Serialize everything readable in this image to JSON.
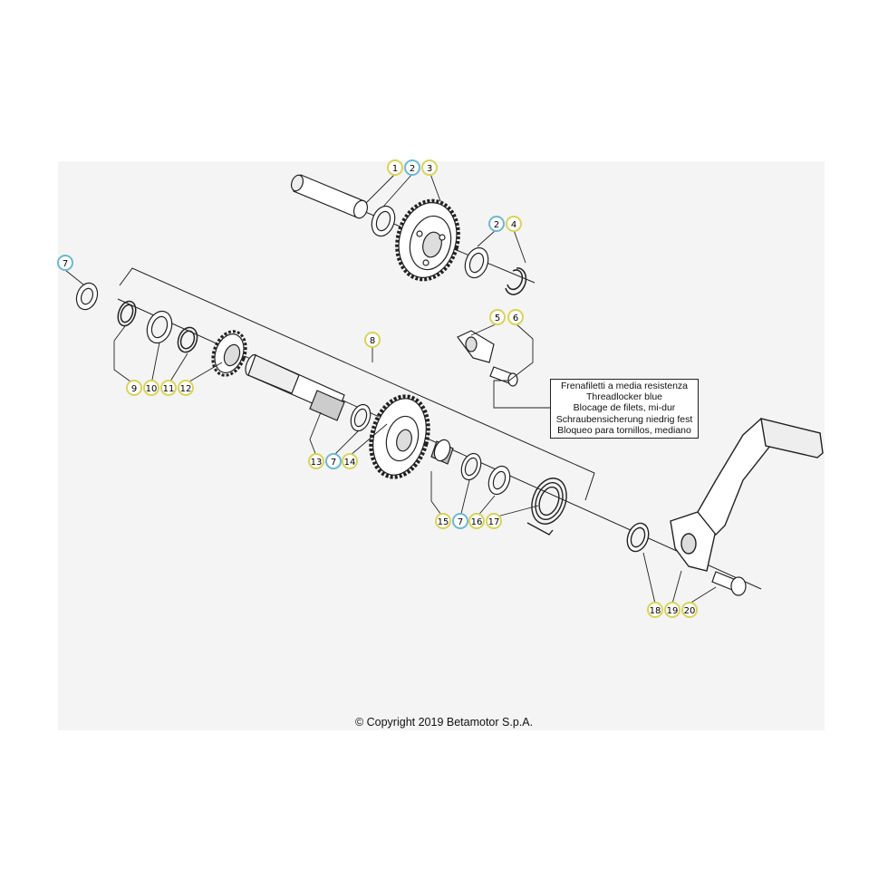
{
  "callouts": [
    {
      "id": "c1",
      "label": "1",
      "color": "yellow"
    },
    {
      "id": "c2a",
      "label": "2",
      "color": "blue"
    },
    {
      "id": "c3",
      "label": "3",
      "color": "yellow"
    },
    {
      "id": "c2b",
      "label": "2",
      "color": "blue"
    },
    {
      "id": "c4",
      "label": "4",
      "color": "yellow"
    },
    {
      "id": "c7a",
      "label": "7",
      "color": "blue"
    },
    {
      "id": "c5",
      "label": "5",
      "color": "yellow"
    },
    {
      "id": "c6",
      "label": "6",
      "color": "yellow"
    },
    {
      "id": "c8",
      "label": "8",
      "color": "yellow"
    },
    {
      "id": "c9",
      "label": "9",
      "color": "yellow"
    },
    {
      "id": "c10",
      "label": "10",
      "color": "yellow"
    },
    {
      "id": "c11",
      "label": "11",
      "color": "yellow"
    },
    {
      "id": "c12",
      "label": "12",
      "color": "yellow"
    },
    {
      "id": "c13",
      "label": "13",
      "color": "yellow"
    },
    {
      "id": "c7b",
      "label": "7",
      "color": "blue"
    },
    {
      "id": "c14",
      "label": "14",
      "color": "yellow"
    },
    {
      "id": "c15",
      "label": "15",
      "color": "yellow"
    },
    {
      "id": "c7c",
      "label": "7",
      "color": "blue"
    },
    {
      "id": "c16",
      "label": "16",
      "color": "yellow"
    },
    {
      "id": "c17",
      "label": "17",
      "color": "yellow"
    },
    {
      "id": "c18",
      "label": "18",
      "color": "yellow"
    },
    {
      "id": "c19",
      "label": "19",
      "color": "yellow"
    },
    {
      "id": "c20",
      "label": "20",
      "color": "yellow"
    }
  ],
  "note": {
    "line1": "Frenafiletti a media resistenza",
    "line2": "Threadlocker blue",
    "line3": "Blocage de filets, mi-dur",
    "line4": "Schraubensicherung niedrig fest",
    "line5": "Bloqueo para tornillos, mediano"
  },
  "copyright": "© Copyright 2019 Betamotor S.p.A.",
  "colors": {
    "yellow": "#d8d35a",
    "blue": "#6fb8cf",
    "line": "#222222",
    "panel": "#f4f4f4"
  }
}
